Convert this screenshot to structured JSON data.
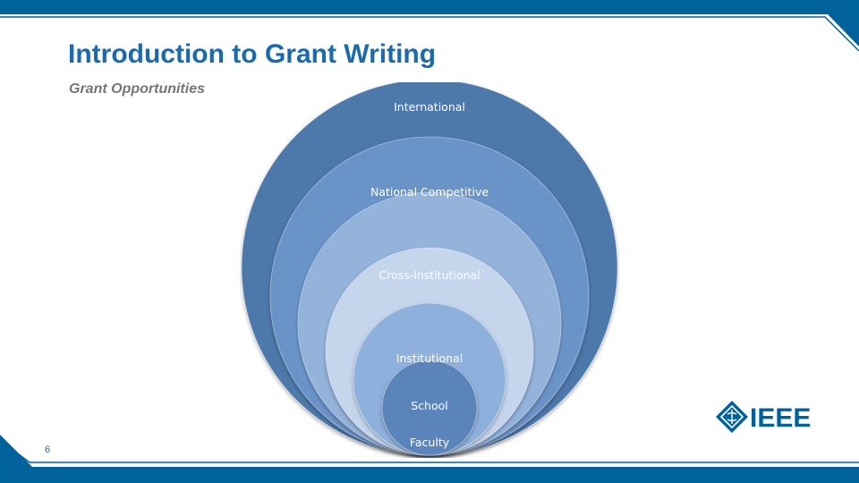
{
  "slide": {
    "title": "Introduction to Grant Writing",
    "subtitle": "Grant Opportunities",
    "page_number": "6"
  },
  "diagram": {
    "type": "nested-circles",
    "rings": [
      {
        "label": "International",
        "fill": "#4d78aa"
      },
      {
        "label": "National Competitive",
        "fill": "#6b94c8"
      },
      {
        "label": "Cross-Institutional",
        "fill": "#94b3db"
      },
      {
        "label": "Institutional",
        "fill": "#c5d5ec"
      },
      {
        "label": "Faculty",
        "fill": "#8eb0dc"
      },
      {
        "label": "School",
        "fill": "#5a84ba"
      }
    ]
  },
  "logo": {
    "text": "IEEE",
    "icon": "ieee-diamond-icon"
  },
  "colors": {
    "brand_blue": "#00629b",
    "title_blue": "#1a6aac",
    "subtitle_gray": "#767676"
  }
}
